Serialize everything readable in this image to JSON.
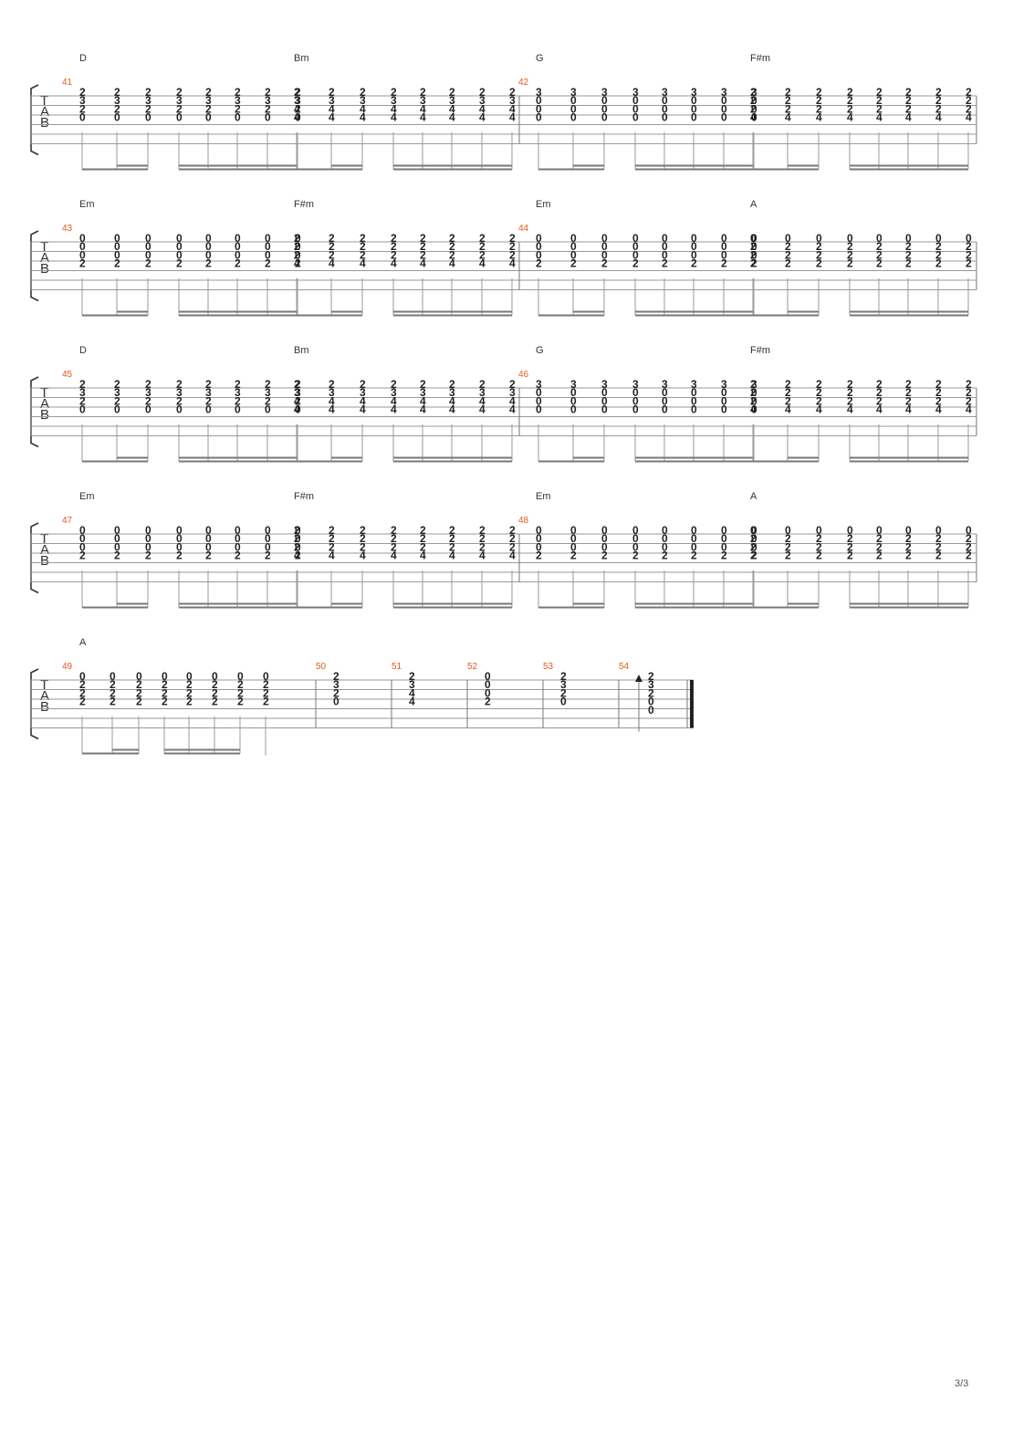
{
  "page": {
    "number": "3/3"
  },
  "tab_clef": [
    "T",
    "A",
    "B"
  ],
  "rows": [
    {
      "measures": [
        {
          "number": "41",
          "chords": [
            "D",
            "Bm"
          ],
          "groups": [
            {
              "chord": [
                "2",
                "3",
                "2",
                "0"
              ],
              "rhythm": "pattern"
            },
            {
              "chord": [
                "2",
                "3",
                "4",
                "4"
              ],
              "rhythm": "pattern"
            }
          ]
        },
        {
          "number": "42",
          "chords": [
            "G",
            "F#m"
          ],
          "groups": [
            {
              "chord": [
                "3",
                "0",
                "0",
                "0"
              ],
              "rhythm": "pattern"
            },
            {
              "chord": [
                "2",
                "2",
                "2",
                "4"
              ],
              "rhythm": "pattern"
            }
          ]
        }
      ]
    },
    {
      "measures": [
        {
          "number": "43",
          "chords": [
            "Em",
            "F#m"
          ],
          "groups": [
            {
              "chord": [
                "0",
                "0",
                "0",
                "2"
              ],
              "rhythm": "pattern"
            },
            {
              "chord": [
                "2",
                "2",
                "2",
                "4"
              ],
              "rhythm": "pattern"
            }
          ]
        },
        {
          "number": "44",
          "chords": [
            "Em",
            "A"
          ],
          "groups": [
            {
              "chord": [
                "0",
                "0",
                "0",
                "2"
              ],
              "rhythm": "pattern"
            },
            {
              "chord": [
                "0",
                "2",
                "2",
                "2"
              ],
              "rhythm": "pattern"
            }
          ]
        }
      ]
    },
    {
      "measures": [
        {
          "number": "45",
          "chords": [
            "D",
            "Bm"
          ],
          "groups": [
            {
              "chord": [
                "2",
                "3",
                "2",
                "0"
              ],
              "rhythm": "pattern"
            },
            {
              "chord": [
                "2",
                "3",
                "4",
                "4"
              ],
              "rhythm": "pattern"
            }
          ]
        },
        {
          "number": "46",
          "chords": [
            "G",
            "F#m"
          ],
          "groups": [
            {
              "chord": [
                "3",
                "0",
                "0",
                "0"
              ],
              "rhythm": "pattern"
            },
            {
              "chord": [
                "2",
                "2",
                "2",
                "4"
              ],
              "rhythm": "pattern"
            }
          ]
        }
      ]
    },
    {
      "measures": [
        {
          "number": "47",
          "chords": [
            "Em",
            "F#m"
          ],
          "groups": [
            {
              "chord": [
                "0",
                "0",
                "0",
                "2"
              ],
              "rhythm": "pattern"
            },
            {
              "chord": [
                "2",
                "2",
                "2",
                "4"
              ],
              "rhythm": "pattern"
            }
          ]
        },
        {
          "number": "48",
          "chords": [
            "Em",
            "A"
          ],
          "groups": [
            {
              "chord": [
                "0",
                "0",
                "0",
                "2"
              ],
              "rhythm": "pattern"
            },
            {
              "chord": [
                "0",
                "2",
                "2",
                "2"
              ],
              "rhythm": "pattern"
            }
          ]
        }
      ]
    }
  ],
  "last_row": {
    "measure_49": {
      "number": "49",
      "chord": "A",
      "frets": [
        "0",
        "2",
        "2",
        "2"
      ]
    },
    "singles": [
      {
        "number": "50",
        "frets": [
          "2",
          "3",
          "2",
          "0"
        ]
      },
      {
        "number": "51",
        "frets": [
          "2",
          "3",
          "4",
          "4"
        ]
      },
      {
        "number": "52",
        "frets": [
          "0",
          "0",
          "0",
          "2"
        ]
      },
      {
        "number": "53",
        "frets": [
          "2",
          "3",
          "2",
          "0"
        ]
      },
      {
        "number": "54",
        "frets": [
          "2",
          "3",
          "2",
          "0",
          "0"
        ],
        "strum": "up-arrow"
      }
    ]
  }
}
